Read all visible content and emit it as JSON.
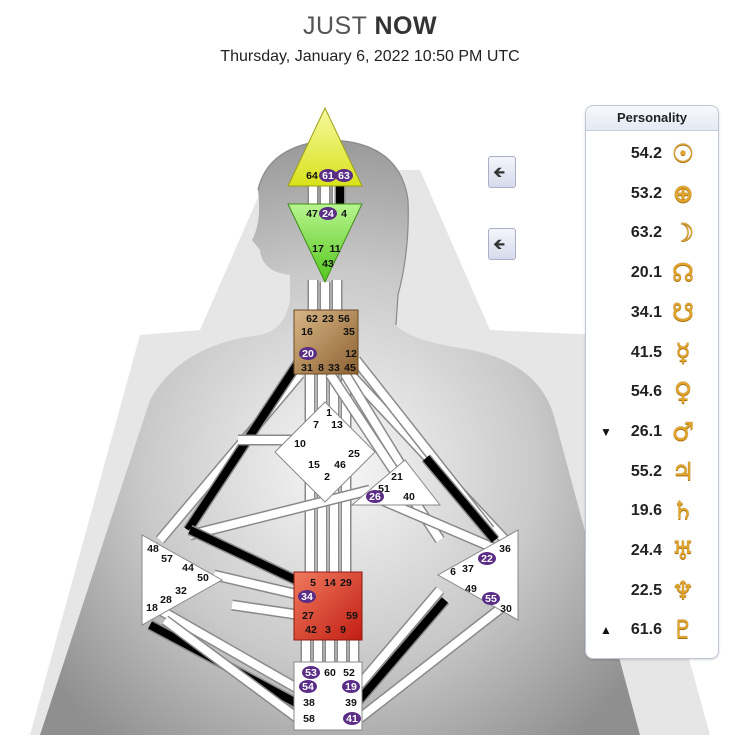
{
  "header": {
    "title_light": "JUST",
    "title_bold": "NOW",
    "date": "Thursday, January 6, 2022 10:50 PM UTC"
  },
  "panel": {
    "title": "Personality",
    "rows": [
      {
        "arrow": "",
        "value": "54.2",
        "icon": "sun-icon",
        "glyph": "☉"
      },
      {
        "arrow": "",
        "value": "53.2",
        "icon": "earth-icon",
        "glyph": "⊕"
      },
      {
        "arrow": "",
        "value": "63.2",
        "icon": "moon-icon",
        "glyph": "☽"
      },
      {
        "arrow": "",
        "value": "20.1",
        "icon": "north-node-icon",
        "glyph": "☊"
      },
      {
        "arrow": "",
        "value": "34.1",
        "icon": "south-node-icon",
        "glyph": "☋"
      },
      {
        "arrow": "",
        "value": "41.5",
        "icon": "mercury-icon",
        "glyph": "☿"
      },
      {
        "arrow": "",
        "value": "54.6",
        "icon": "venus-icon",
        "glyph": "♀"
      },
      {
        "arrow": "▼",
        "value": "26.1",
        "icon": "mars-icon",
        "glyph": "♂"
      },
      {
        "arrow": "",
        "value": "55.2",
        "icon": "jupiter-icon",
        "glyph": "♃"
      },
      {
        "arrow": "",
        "value": "19.6",
        "icon": "saturn-icon",
        "glyph": "♄"
      },
      {
        "arrow": "",
        "value": "24.4",
        "icon": "uranus-icon",
        "glyph": "♅"
      },
      {
        "arrow": "",
        "value": "22.5",
        "icon": "neptune-icon",
        "glyph": "♆"
      },
      {
        "arrow": "▲",
        "value": "61.6",
        "icon": "pluto-icon",
        "glyph": "♇"
      }
    ]
  },
  "colors": {
    "head": "#eef25a",
    "ajna": "#7fe04a",
    "g_center": "#b8915c",
    "sacral": "#dd3b2b",
    "badge": "#5a2d86",
    "channel_defined": "#000000",
    "channel_open": "#ffffff",
    "body_silhouette": "#a9a9a9"
  },
  "gates": {
    "head": [
      "64",
      "61",
      "63"
    ],
    "ajna": [
      "47",
      "24",
      "4",
      "17",
      "11",
      "43"
    ],
    "throat": [
      "62",
      "23",
      "56",
      "16",
      "35",
      "20",
      "12",
      "31",
      "8",
      "33",
      "45"
    ],
    "g": [
      "1",
      "7",
      "13",
      "10",
      "25",
      "15",
      "46",
      "2"
    ],
    "ego": [
      "21",
      "51",
      "26",
      "40"
    ],
    "spleen": [
      "48",
      "57",
      "44",
      "50",
      "32",
      "28",
      "18"
    ],
    "solar_plexus": [
      "36",
      "22",
      "6",
      "37",
      "49",
      "55",
      "30"
    ],
    "sacral": [
      "5",
      "14",
      "29",
      "34",
      "27",
      "59",
      "42",
      "3",
      "9"
    ],
    "root": [
      "53",
      "60",
      "52",
      "54",
      "19",
      "38",
      "39",
      "58",
      "41"
    ]
  },
  "activated_gates": [
    "61",
    "63",
    "24",
    "20",
    "26",
    "22",
    "55",
    "34",
    "53",
    "54",
    "19",
    "41"
  ]
}
